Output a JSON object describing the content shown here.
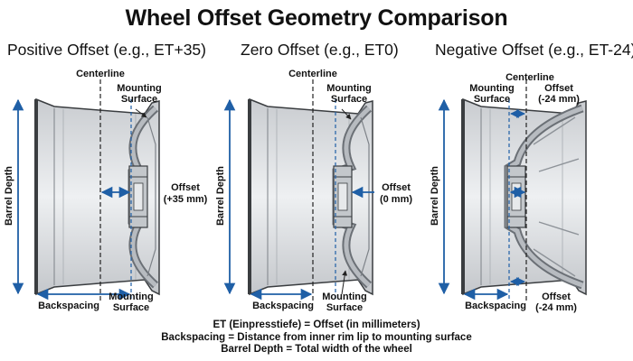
{
  "title": "Wheel Offset Geometry Comparison",
  "panels": [
    {
      "title": "Positive Offset (e.g., ET+35)",
      "centerline": "Centerline",
      "mount_top": [
        "Mounting",
        "Surface"
      ],
      "mount_bottom": [
        "Mounting",
        "Surface"
      ],
      "offset": [
        "Offset",
        "(+35 mm)"
      ],
      "backspacing": "Backspacing",
      "barrel_depth": "Barrel Depth"
    },
    {
      "title": "Zero Offset (e.g., ET0)",
      "centerline": "Centerline",
      "mount_top": [
        "Mounting",
        "Surface"
      ],
      "mount_bottom": [
        "Mounting",
        "Surface"
      ],
      "offset": [
        "Offset",
        "(0 mm)"
      ],
      "backspacing": "Backspacing",
      "barrel_depth": "Barrel Depth"
    },
    {
      "title": "Negative Offset (e.g., ET-24)",
      "centerline": "Centerline",
      "mount_top": [
        "Mounting",
        "Surface"
      ],
      "offset_top": [
        "Offset",
        "(-24 mm)"
      ],
      "offset_bottom": [
        "Offset",
        "(-24 mm)"
      ],
      "backspacing": "Backspacing",
      "barrel_depth": "Barrel Depth"
    }
  ],
  "legend": [
    "ET (Einpresstiefe) = Offset (in millimeters)",
    "Backspacing = Distance from inner rim lip to mounting surface",
    "Barrel Depth = Total width of the wheel"
  ],
  "colors": {
    "wheel_fill": "#dcdee0",
    "wheel_dark": "#9a9fa5",
    "outline": "#3a3d40",
    "dimension": "#1f5fa6",
    "centerline": "#222222"
  }
}
